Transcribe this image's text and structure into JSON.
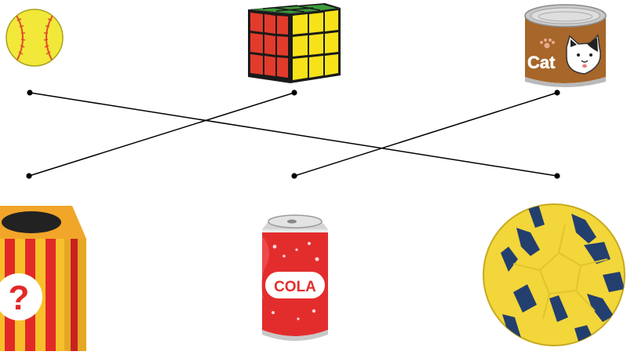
{
  "items": {
    "softball": {
      "icon": "softball-icon"
    },
    "rubiks_cube": {
      "icon": "rubiks-cube-icon"
    },
    "cat_food_can": {
      "icon": "cat-food-can-icon",
      "label": "Cat"
    },
    "mystery_box": {
      "icon": "mystery-box-icon",
      "label": "?"
    },
    "cola_can": {
      "icon": "cola-can-icon",
      "label": "COLA"
    },
    "handball": {
      "icon": "handball-icon"
    }
  },
  "connections": [
    {
      "from": "softball",
      "to": "handball"
    },
    {
      "from": "rubiks_cube",
      "to": "mystery_box"
    },
    {
      "from": "cat_food_can",
      "to": "cola_can"
    }
  ],
  "colors": {
    "line": "#000000",
    "dot": "#000000"
  }
}
